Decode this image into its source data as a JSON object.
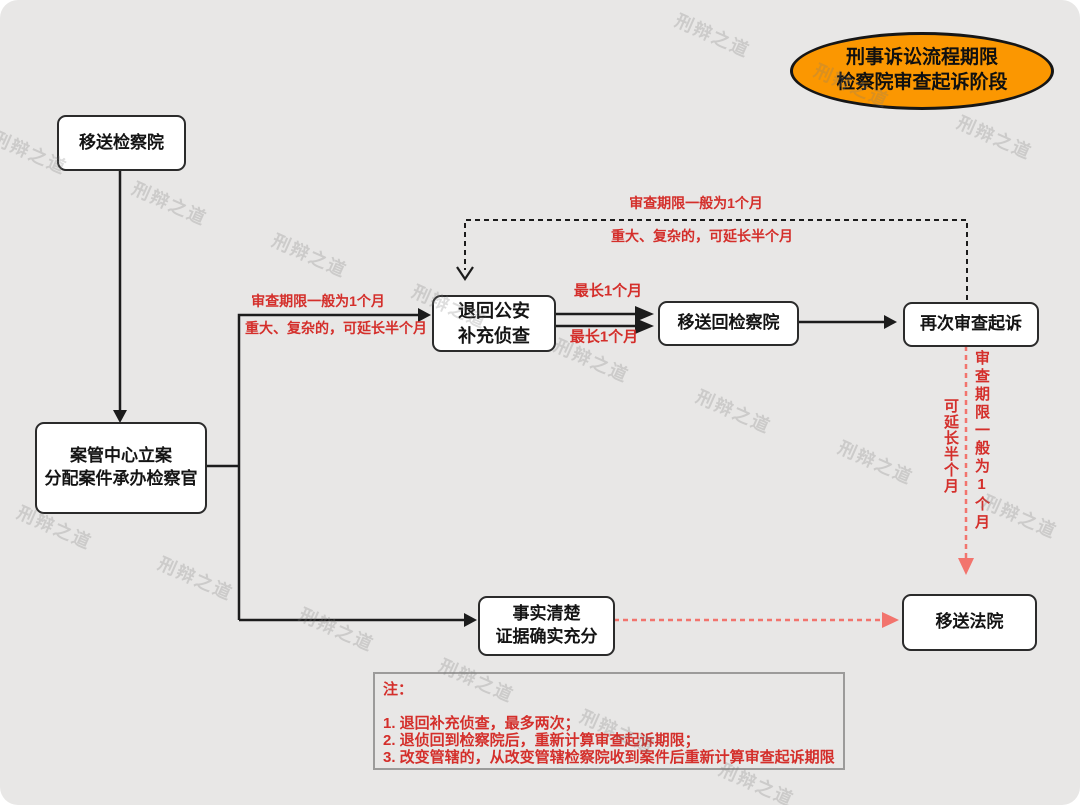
{
  "title": {
    "text": "刑事诉讼流程期限\n检察院审查起诉阶段"
  },
  "watermark": {
    "text": "刑辩之道"
  },
  "nodes": {
    "transfer_procuratorate": "移送检察院",
    "case_center": "案管中心立案\n分配案件承办检察官",
    "return_police": "退回公安\n补充侦查",
    "back_to_procuratorate": "移送回检察院",
    "re_review": "再次审查起诉",
    "facts_clear": "事实清楚\n证据确实充分",
    "transfer_court": "移送法院"
  },
  "labels": {
    "loop_review_period": "审查期限一般为1个月",
    "loop_major_complex": "重大、复杂的，可延长半个月",
    "branch_review_period": "审查期限一般为1个月",
    "branch_major_complex": "重大、复杂的，可延长半个月",
    "max_one_month_upper": "最长1个月",
    "max_one_month_lower": "最长1个月",
    "vertical_review_period": "审查期限一般为1个月",
    "vertical_extend_half": "可延长半个月"
  },
  "note": {
    "title": "注：",
    "items": [
      "1. 退回补充侦查，最多两次；",
      "2. 退侦回到检察院后，重新计算审查起诉期限；",
      "3. 改变管辖的，从改变管辖检察院收到案件后重新计算审查起诉期限"
    ]
  },
  "colors": {
    "accent_orange": "#fb9701",
    "red_text": "#d42f2b",
    "salmon_dashed": "#f2746d",
    "background": "#e8e7e6"
  }
}
